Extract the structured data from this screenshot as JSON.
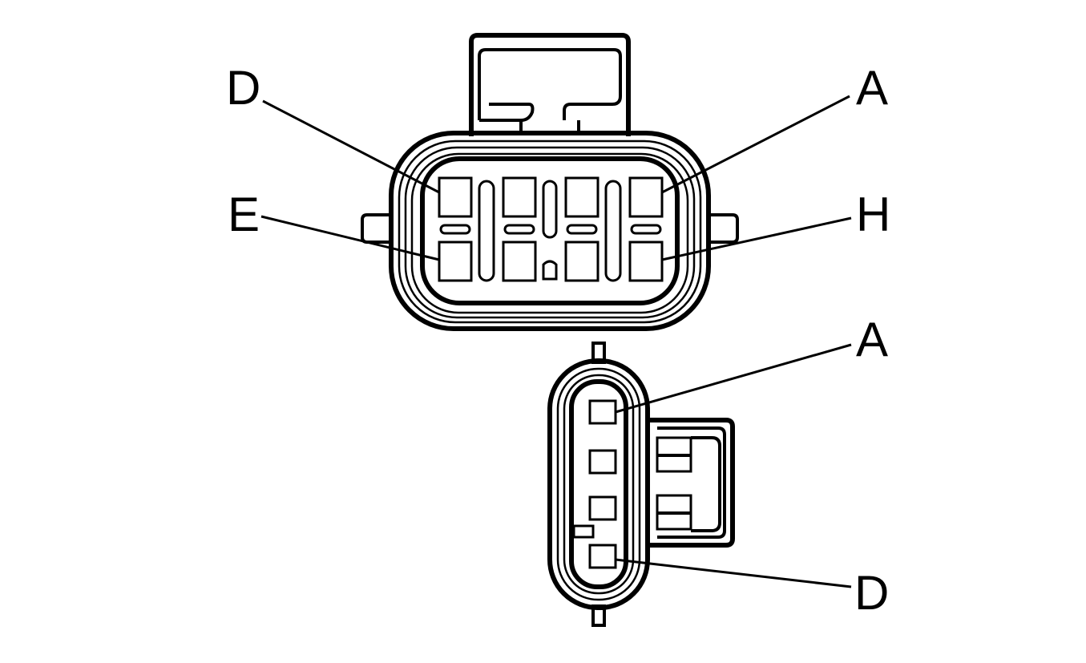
{
  "labels": {
    "large": {
      "top_left": "D",
      "top_right": "A",
      "mid_left": "E",
      "mid_right": "H"
    },
    "small": {
      "top": "A",
      "bottom": "D"
    }
  },
  "colors": {
    "ink": "#000000",
    "background": "#ffffff"
  }
}
